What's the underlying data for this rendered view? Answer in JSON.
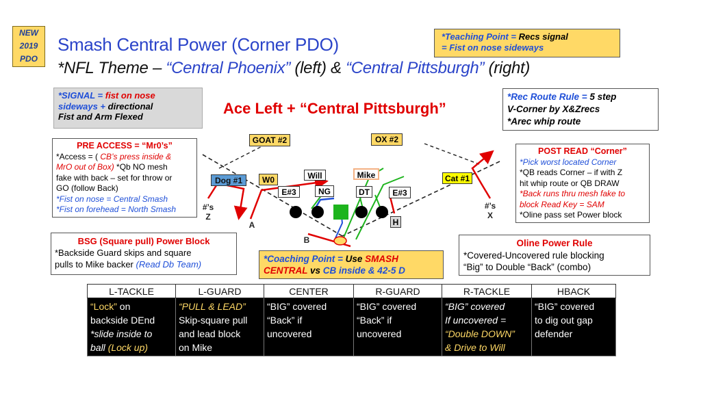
{
  "badge": {
    "lines": [
      "NEW",
      "2019",
      "PDO"
    ]
  },
  "title": {
    "line1": "Smash Central Power (Corner PDO)",
    "line2_a": "*NFL Theme – ",
    "line2_b": "“Central Phoenix”",
    "line2_c": " (left) & ",
    "line2_d": "“Central Pittsburgh”",
    "line2_e": " (right)"
  },
  "teaching_point": {
    "a": "*Teaching Point = ",
    "b": "Recs signal",
    "c": "= Fist on nose sideways"
  },
  "signal": {
    "a": "*SIGNAL = ",
    "b": "fist on nose",
    "c": "sideways + ",
    "d": "directional",
    "e": "Fist and Arm Flexed"
  },
  "formation_title": "Ace Left + “Central Pittsburgh”",
  "rec_route": {
    "a": "*Rec Route Rule = ",
    "b": "5 step",
    "c": "V-Corner by X&Zrecs",
    "d": "*Arec whip route"
  },
  "pre_access": {
    "heading": "PRE ACCESS = “Mr0’s”",
    "l1a": "*Access = ( ",
    "l1b": "CB’s press inside &",
    "l2a": "MrO out of Box)",
    "l2b": " *Qb NO mesh",
    "l3": "fake with back – set for throw or",
    "l4": "GO (follow Back)",
    "l5": "*Fist on nose = Central Smash",
    "l6": "*Fist on forehead = North Smash"
  },
  "post_read": {
    "heading": "POST READ “Corner”",
    "l1": "*Pick worst located Corner",
    "l2": "*QB reads Corner – if with Z",
    "l3": "hit whip route or QB DRAW",
    "l4": "*Back runs thru mesh fake to",
    "l5": "block Read Key = SAM",
    "l6": "*Oline pass set Power block"
  },
  "bsg": {
    "heading": "BSG (Square pull) Power Block",
    "l1": "*Backside Guard skips and square",
    "l2a": "pulls to Mike backer ",
    "l2b": "(Read Db Team)"
  },
  "coaching_point": {
    "a": "*Coaching Point = ",
    "b": "Use ",
    "c": "SMASH",
    "d": "CENTRAL",
    "e": " vs ",
    "f": "CB inside & 42-5 D"
  },
  "oline_rule": {
    "heading": "Oline Power Rule",
    "l1": "*Covered-Uncovered rule blocking",
    "l2": "“Big” to Double “Back” (combo)"
  },
  "diagram": {
    "goat": "GOAT #2",
    "ox": "OX #2",
    "dog": "Dog #1",
    "cat": "Cat #1",
    "w0": "W0",
    "will": "Will",
    "mike": "Mike",
    "e3_left": "E#3",
    "ng": "NG",
    "dt": "DT",
    "e3_right": "E#3",
    "z_num": "#’s",
    "z": "Z",
    "x_num": "#’s",
    "x": "X",
    "a": "A",
    "b": "B",
    "h": "H"
  },
  "table": {
    "headers": [
      "L-TACKLE",
      "L-GUARD",
      "CENTER",
      "R-GUARD",
      "R-TACKLE",
      "HBACK"
    ],
    "c1": {
      "a": "“Lock”",
      "b": " on",
      "c": "backside DEnd",
      "d": "*slide inside to",
      "e": "ball ",
      "f": "(Lock up)"
    },
    "c2": {
      "a": "“PULL & LEAD”",
      "b": "Skip-square pull",
      "c": "and lead block",
      "d": "on Mike"
    },
    "c3": {
      "a": "“BIG” covered",
      "b": "“Back” if",
      "c": "uncovered"
    },
    "c4": {
      "a": "“BIG” covered",
      "b": "“Back” if",
      "c": "uncovered"
    },
    "c5": {
      "a": "“BIG” covered",
      "b": "If uncovered =",
      "c": "“Double DOWN”",
      "d": "& Drive to Will"
    },
    "c6": {
      "a": "“BIG” covered",
      "b": "to dig out gap",
      "c": "defender"
    }
  }
}
